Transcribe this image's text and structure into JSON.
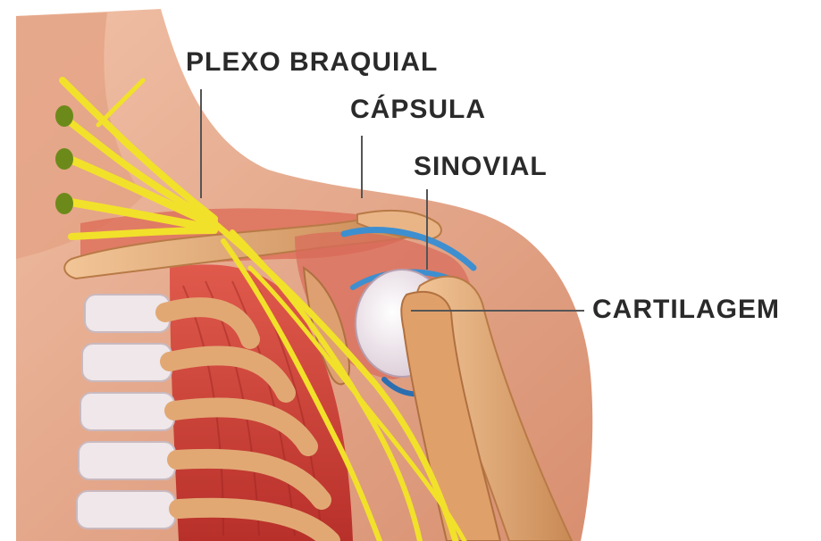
{
  "labels": {
    "brachial_plexus": "PLEXO BRAQUIAL",
    "capsule": "CÁPSULA",
    "synovial": "SINOVIAL",
    "cartilage": "CARTILAGEM"
  },
  "colors": {
    "skin": "#e9a98a",
    "skin_dark": "#c97d5f",
    "muscle": "#d5443a",
    "muscle_dark": "#a82a24",
    "bone": "#e6b07e",
    "bone_shade": "#c98a55",
    "nerve": "#f2e12a",
    "synovial_blue": "#3d8fd0",
    "cartilage_white": "#f3ecef",
    "leader_line": "#555555",
    "label_text": "#2a2a2a"
  }
}
